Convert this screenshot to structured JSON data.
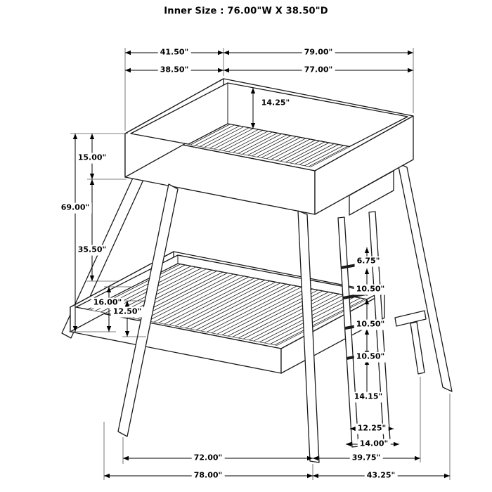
{
  "title": "Inner Size : 76.00\"W X 38.50\"D",
  "dims": {
    "top_outer_width": "41.50\"",
    "top_outer_length": "79.00\"",
    "top_inner_width": "38.50\"",
    "top_inner_length": "77.00\"",
    "rail_to_slat_depth": "14.25\"",
    "upper_rail_height": "15.00\"",
    "overall_height": "69.00\"",
    "bunk_gap_height": "35.50\"",
    "lower_bunk_height": "16.00\"",
    "lower_slat_height": "12.50\"",
    "ladder_top_gap": "6.75\"",
    "ladder_rung_gap_1": "10.50\"",
    "ladder_rung_gap_2": "10.50\"",
    "ladder_rung_gap_3": "10.50\"",
    "ladder_bottom_gap": "14.15\"",
    "ladder_inner_width": "12.25\"",
    "ladder_outer_width": "14.00\"",
    "bottom_inner_length": "72.00\"",
    "bottom_outer_length": "78.00\"",
    "bottom_inner_depth": "39.75\"",
    "bottom_outer_depth": "43.25\""
  }
}
